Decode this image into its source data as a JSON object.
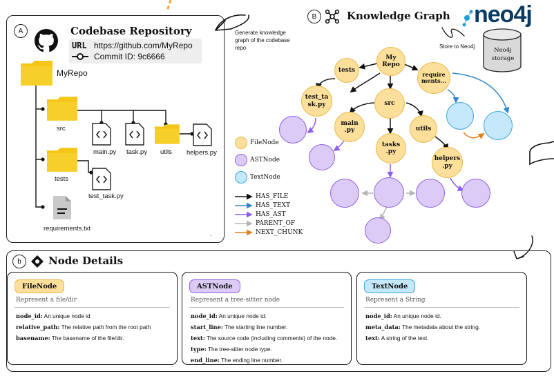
{
  "repo": {
    "badge": "A",
    "title": "Codebase Repository",
    "url_prefix": "URL",
    "url": "https://github.com/MyRepo",
    "commit": "Commit ID: 9c6666",
    "root_folder": "MyRepo",
    "folders": {
      "src": "src",
      "tests": "tests",
      "utils": "utils"
    },
    "files": {
      "main": "main.py",
      "task": "task.py",
      "helpers": "helpers.py",
      "test_task": "test_task.py",
      "requirements": "requirements.txt"
    },
    "dot": "."
  },
  "step_note": "Generate knowledge graph of the codebase repo",
  "graph": {
    "badge": "B",
    "title": "Knowledge Graph",
    "neo4j_logo": "neo4j",
    "store_note": "Store to Neo4j",
    "storage_label": "Neo4j storage",
    "nodes": {
      "myrepo": "My Repo",
      "tests": "tests",
      "requirements": "require ments...",
      "test_task": "test_ta sk.py",
      "src": "src",
      "main": "main .py",
      "utils": "utils",
      "tasks": "tasks .py",
      "helpers": "helpers .py"
    },
    "legend_nodes": [
      "FileNode",
      "ASTNode",
      "TextNode"
    ],
    "legend_edges": [
      {
        "label": "HAS_FILE",
        "color": "#111111"
      },
      {
        "label": "HAS_TEXT",
        "color": "#2f86c9"
      },
      {
        "label": "HAS_AST",
        "color": "#8b5cf6"
      },
      {
        "label": "PARENT_OF",
        "color": "#b5b5b5"
      },
      {
        "label": "NEXT_CHUNK",
        "color": "#e0801a"
      }
    ]
  },
  "details": {
    "badge": "b",
    "title": "Node Details",
    "cards": [
      {
        "name": "FileNode",
        "desc": "Represent a file/dir",
        "fields": [
          {
            "key": "node_id:",
            "value": " An unique node id"
          },
          {
            "key": "relative_path:",
            "value": " The relative path from the root path"
          },
          {
            "key": "basename:",
            "value": " The basename of the file/dir."
          }
        ]
      },
      {
        "name": "ASTNode",
        "desc": "Represent a tree-sitter node",
        "fields": [
          {
            "key": "node_id:",
            "value": " An unique node id."
          },
          {
            "key": "start_line:",
            "value": " The starting line number."
          },
          {
            "key": "text:",
            "value": " The source code (including comments) of the node."
          },
          {
            "key": "type:",
            "value": " The tree-sitter node type."
          },
          {
            "key": "end_line:",
            "value": " The ending line number."
          }
        ]
      },
      {
        "name": "TextNode",
        "desc": "Represent a String",
        "fields": [
          {
            "key": "node_id:",
            "value": " An unique node id."
          },
          {
            "key": "meta_data:",
            "value": " The metadata about the string."
          },
          {
            "key": "text:",
            "value": " A string of the text."
          }
        ]
      }
    ]
  },
  "colors": {
    "file_fill": "#fcdf9a",
    "ast_fill": "#dccbf7",
    "text_fill": "#c5e8fb",
    "folder": "#f5c518",
    "neo4j_blue": "#0a3b63",
    "neo4j_accent": "#1aa0d8"
  }
}
